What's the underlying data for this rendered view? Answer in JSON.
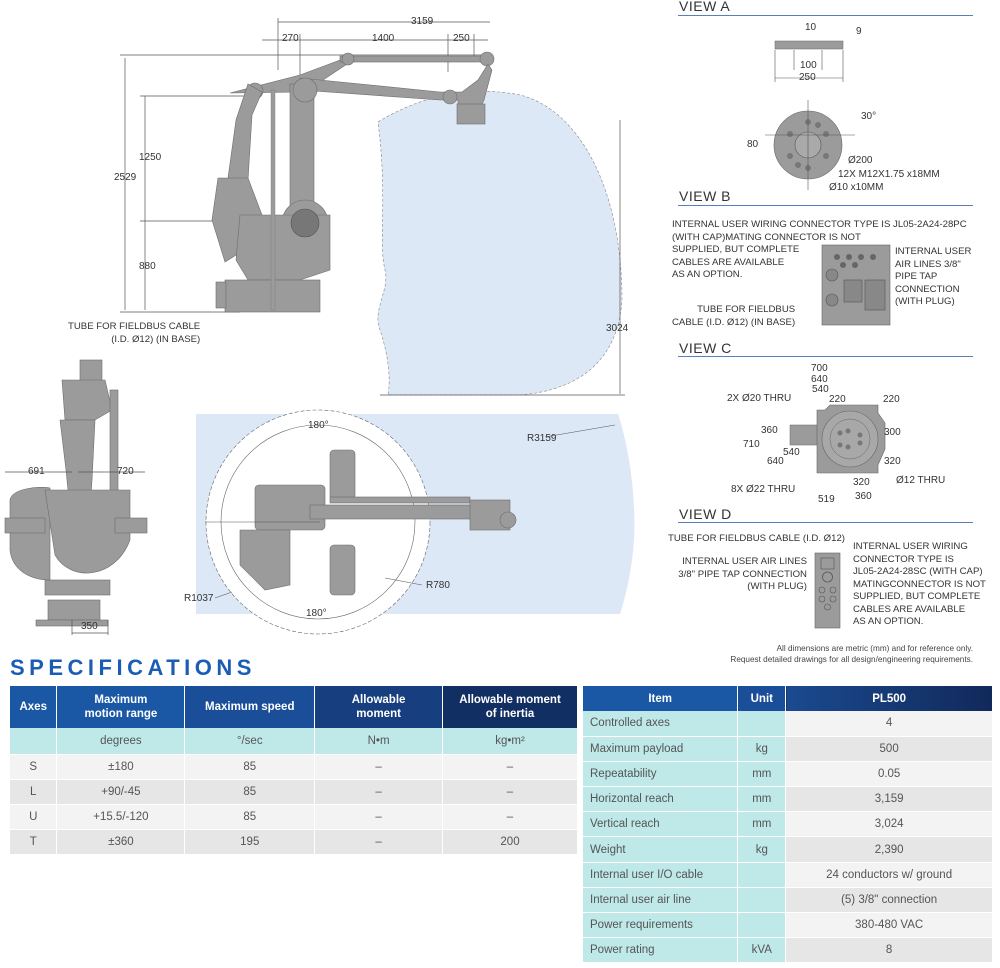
{
  "colors": {
    "brand_blue": "#1b5db5",
    "header_dark": "#122f63",
    "teal_row": "#bfe8e8",
    "workspace": "#dde8f7",
    "robot_gray": "#9b9b9b"
  },
  "drawings": {
    "side_view": {
      "dims": {
        "total_reach": "3159",
        "d270": "270",
        "d1400": "1400",
        "d250": "250",
        "d1250": "1250",
        "d2529": "2529",
        "d880": "880",
        "d3024": "3024"
      },
      "note_fieldbus": "TUBE FOR FIELDBUS CABLE\n(I.D. Ø12) (IN BASE)"
    },
    "front_view": {
      "dims": {
        "d691": "691",
        "d720": "720",
        "d350": "350"
      }
    },
    "top_view": {
      "dims": {
        "angle_top": "180°",
        "angle_bottom": "180°",
        "r3159": "R3159",
        "r780": "R780",
        "r1037": "R1037"
      }
    },
    "view_a": {
      "title": "VIEW A",
      "dims": {
        "d10": "10",
        "d9": "9",
        "d100": "100",
        "d250": "250",
        "d80": "80",
        "d30": "30°",
        "d200": "Ø200",
        "holes": "12X M12X1.75 x18MM",
        "pin": "Ø10 x10MM"
      }
    },
    "view_b": {
      "title": "VIEW B",
      "note_connector": "INTERNAL USER WIRING CONNECTOR TYPE IS JL05-2A24-28PC\n(WITH CAP)MATING CONNECTOR IS NOT\nSUPPLIED, BUT COMPLETE\nCABLES ARE AVAILABLE\nAS AN OPTION.",
      "note_air": "INTERNAL USER\nAIR LINES 3/8\"\nPIPE TAP\nCONNECTION\n(WITH PLUG)",
      "note_fieldbus": "TUBE FOR FIELDBUS\nCABLE (I.D. Ø12) (IN BASE)"
    },
    "view_c": {
      "title": "VIEW C",
      "dims": {
        "d700": "700",
        "d640": "640",
        "d540": "540",
        "d220a": "220",
        "d220b": "220",
        "thru20": "2X Ø20 THRU",
        "d360": "360",
        "d710": "710",
        "d540v": "540",
        "d640v": "640",
        "d300": "300",
        "d320v": "320",
        "thru12": "Ø12 THRU",
        "thru22": "8X Ø22 THRU",
        "d320h": "320",
        "d519": "519",
        "d360h": "360"
      }
    },
    "view_d": {
      "title": "VIEW D",
      "note_fieldbus": "TUBE FOR FIELDBUS CABLE (I.D. Ø12)",
      "note_air": "INTERNAL USER AIR LINES\n3/8\" PIPE TAP CONNECTION\n(WITH PLUG)",
      "note_connector": "INTERNAL USER WIRING\nCONNECTOR TYPE IS\nJL05-2A24-28SC (WITH CAP)\nMATINGCONNECTOR IS NOT\nSUPPLIED, BUT COMPLETE\nCABLES ARE AVAILABLE\nAS AN OPTION."
    },
    "disclaimer": [
      "All dimensions are metric (mm) and for reference only.",
      "Request detailed drawings for all design/engineering requirements."
    ]
  },
  "specifications": {
    "title": "SPECIFICATIONS",
    "axes_table": {
      "headers": [
        "Axes",
        "Maximum motion range",
        "Maximum speed",
        "Allowable moment",
        "Allowable moment of inertia"
      ],
      "units": [
        "",
        "degrees",
        "°/sec",
        "N•m",
        "kg•m²"
      ],
      "rows": [
        [
          "S",
          "±180",
          "85",
          "–",
          "–"
        ],
        [
          "L",
          "+90/-45",
          "85",
          "–",
          "–"
        ],
        [
          "U",
          "+15.5/-120",
          "85",
          "–",
          "–"
        ],
        [
          "T",
          "±360",
          "195",
          "–",
          "200"
        ]
      ]
    },
    "item_table": {
      "headers": [
        "Item",
        "Unit",
        "PL500"
      ],
      "rows": [
        [
          "Controlled axes",
          "",
          "4"
        ],
        [
          "Maximum payload",
          "kg",
          "500"
        ],
        [
          "Repeatability",
          "mm",
          "0.05"
        ],
        [
          "Horizontal reach",
          "mm",
          "3,159"
        ],
        [
          "Vertical reach",
          "mm",
          "3,024"
        ],
        [
          "Weight",
          "kg",
          "2,390"
        ],
        [
          "Internal user I/O cable",
          "",
          "24 conductors w/ ground"
        ],
        [
          "Internal user air line",
          "",
          "(5) 3/8\" connection"
        ],
        [
          "Power requirements",
          "",
          "380-480 VAC"
        ],
        [
          "Power rating",
          "kVA",
          "8"
        ]
      ]
    }
  }
}
